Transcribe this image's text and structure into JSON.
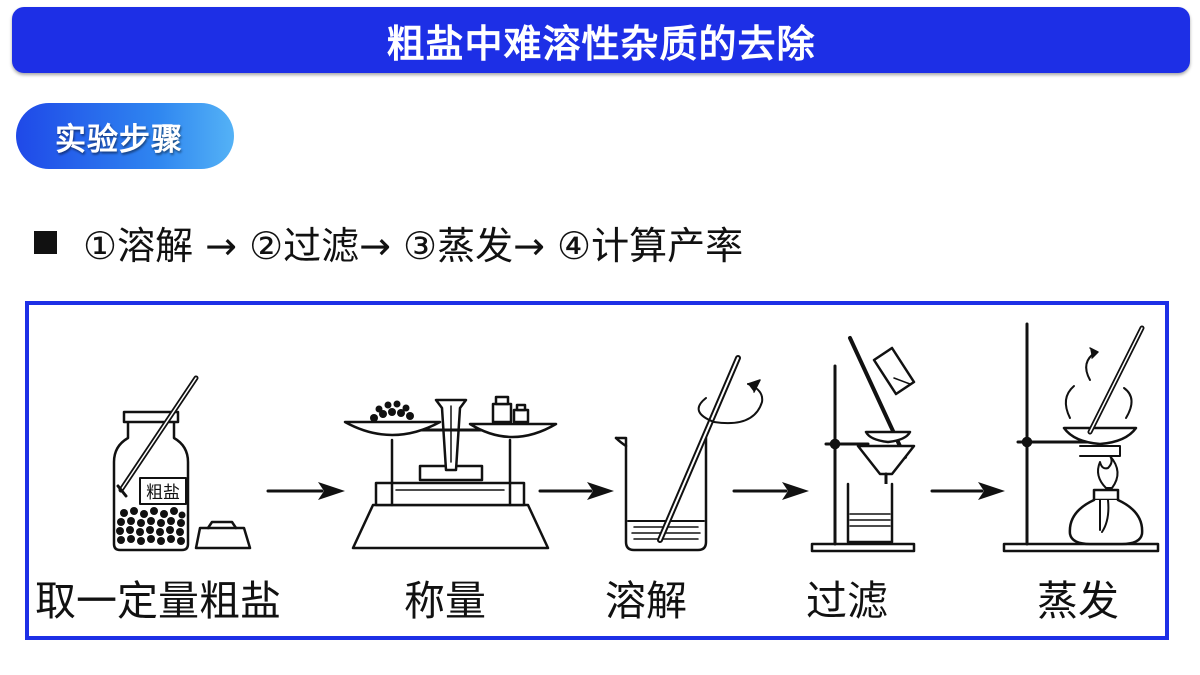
{
  "header": {
    "title": "粗盐中难溶性杂质的去除"
  },
  "section": {
    "label": "实验步骤"
  },
  "steps_line": {
    "text": "①溶解 → ②过滤→ ③蒸发→ ④计算产率"
  },
  "diagram": {
    "jar_label": "粗盐",
    "steps": [
      {
        "label": "取一定量粗盐"
      },
      {
        "label": "称量"
      },
      {
        "label": "溶解"
      },
      {
        "label": "过滤"
      },
      {
        "label": "蒸发"
      }
    ]
  },
  "colors": {
    "title_bar": "#1d2fe6",
    "pill_gradient_start": "#1f49e8",
    "pill_gradient_end": "#54b2f6",
    "frame_border": "#1d2fe6",
    "text": "#111111"
  }
}
